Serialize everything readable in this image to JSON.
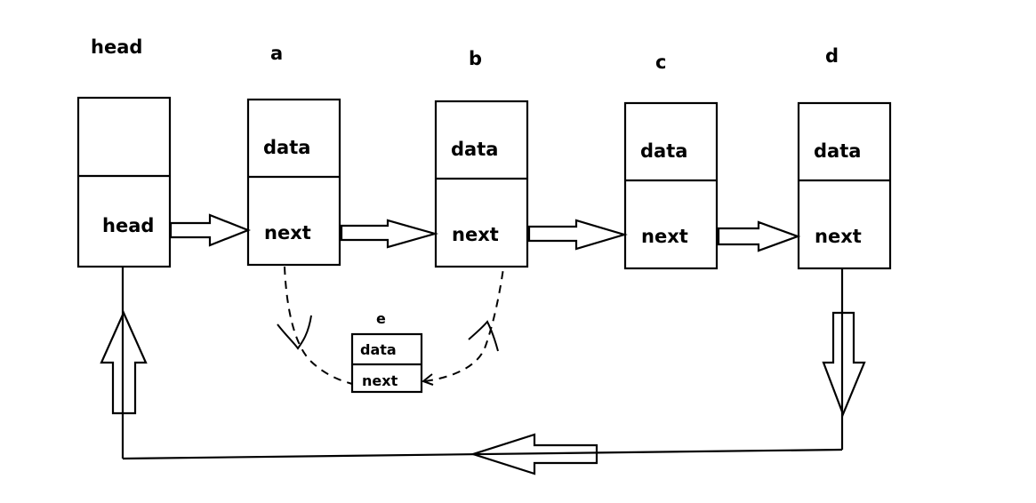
{
  "labels": {
    "head_title": "head",
    "a": "a",
    "b": "b",
    "c": "c",
    "d": "d",
    "e": "e"
  },
  "nodes": {
    "head": {
      "bottom": "head"
    },
    "a": {
      "top": "data",
      "bottom": "next"
    },
    "b": {
      "top": "data",
      "bottom": "next"
    },
    "c": {
      "top": "data",
      "bottom": "next"
    },
    "d": {
      "top": "data",
      "bottom": "next"
    },
    "e": {
      "top": "data",
      "bottom": "next"
    }
  },
  "colors": {
    "stroke": "#000000",
    "background": "#ffffff"
  }
}
